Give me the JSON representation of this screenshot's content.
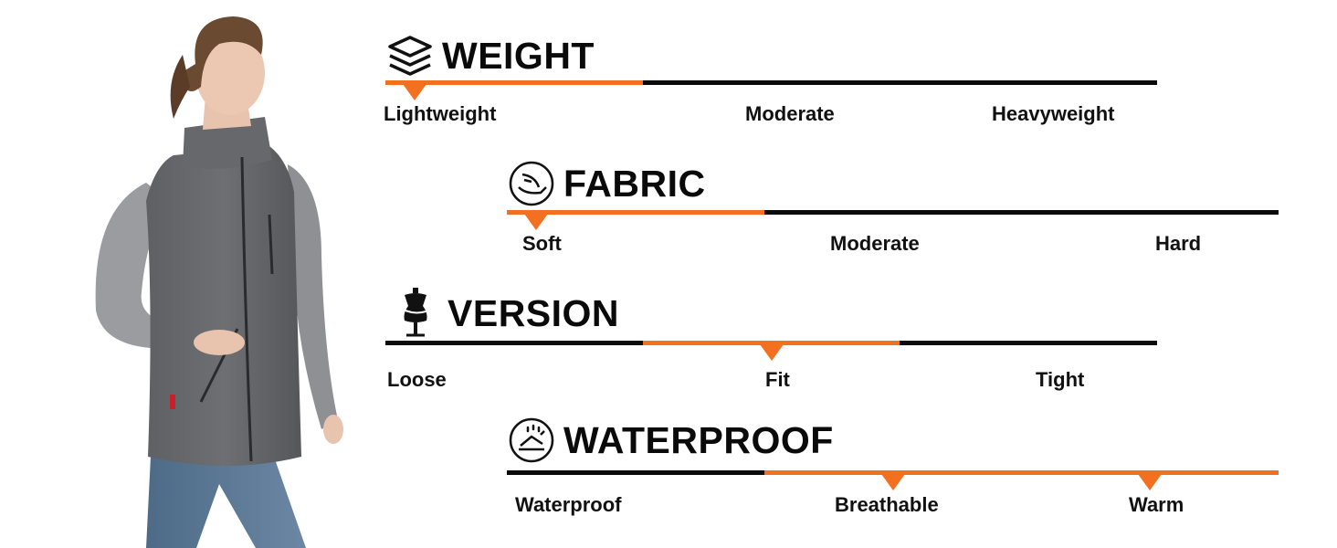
{
  "colors": {
    "accent": "#f37021",
    "bar": "#0a0a0a",
    "text": "#111111"
  },
  "attributes": [
    {
      "key": "weight",
      "title": "WEIGHT",
      "icon": "layers-icon",
      "options": [
        "Lightweight",
        "Moderate",
        "Heavyweight"
      ],
      "selected": [
        0
      ]
    },
    {
      "key": "fabric",
      "title": "FABRIC",
      "icon": "feather-hand-icon",
      "options": [
        "Soft",
        "Moderate",
        "Hard"
      ],
      "selected": [
        0
      ]
    },
    {
      "key": "version",
      "title": "VERSION",
      "icon": "dress-form-icon",
      "options": [
        "Loose",
        "Fit",
        "Tight"
      ],
      "selected": [
        1
      ]
    },
    {
      "key": "waterproof",
      "title": "WATERPROOF",
      "icon": "water-shield-icon",
      "options": [
        "Waterproof",
        "Breathable",
        "Warm"
      ],
      "selected": [
        1,
        2
      ]
    }
  ]
}
